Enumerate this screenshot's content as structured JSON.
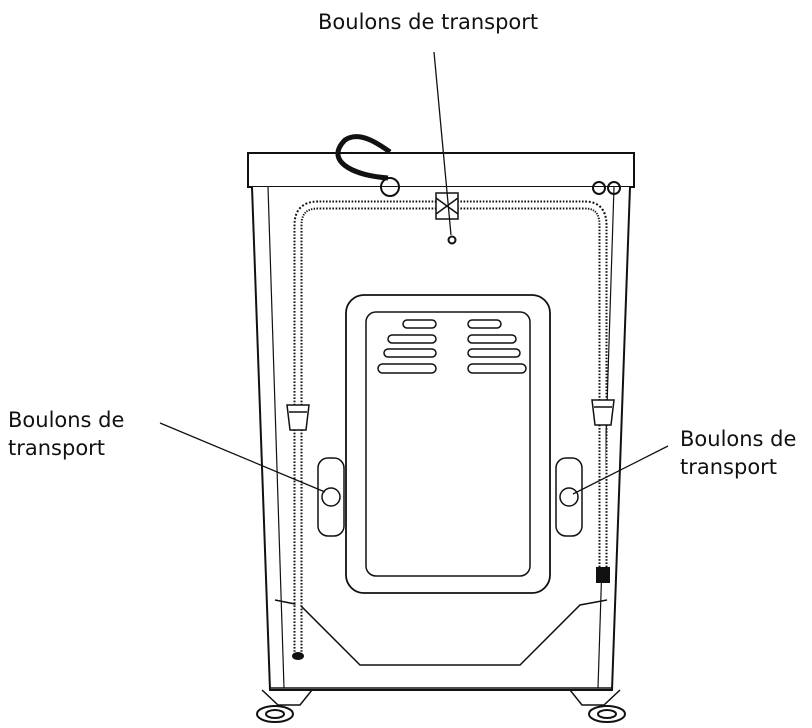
{
  "callouts": {
    "top": {
      "line1": "Boulons de transport"
    },
    "left": {
      "line1": "Boulons de",
      "line2": "transport"
    },
    "right": {
      "line1": "Boulons de",
      "line2": "transport"
    }
  },
  "colors": {
    "stroke": "#111111",
    "background": "#ffffff"
  }
}
